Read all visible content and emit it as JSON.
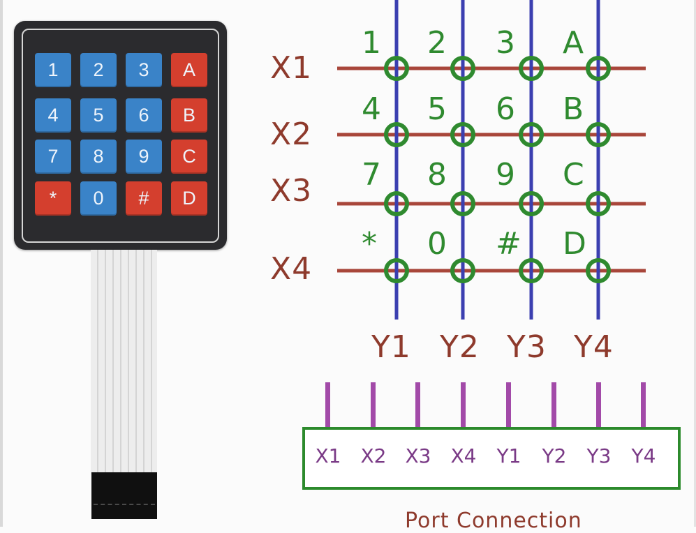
{
  "keypad": {
    "keys": [
      {
        "label": "1",
        "color": "blue"
      },
      {
        "label": "2",
        "color": "blue"
      },
      {
        "label": "3",
        "color": "blue"
      },
      {
        "label": "A",
        "color": "red"
      },
      {
        "label": "4",
        "color": "blue"
      },
      {
        "label": "5",
        "color": "blue"
      },
      {
        "label": "6",
        "color": "blue"
      },
      {
        "label": "B",
        "color": "red"
      },
      {
        "label": "7",
        "color": "blue"
      },
      {
        "label": "8",
        "color": "blue"
      },
      {
        "label": "9",
        "color": "blue"
      },
      {
        "label": "C",
        "color": "red"
      },
      {
        "label": "*",
        "color": "red"
      },
      {
        "label": "0",
        "color": "blue"
      },
      {
        "label": "#",
        "color": "red"
      },
      {
        "label": "D",
        "color": "red"
      }
    ]
  },
  "matrix": {
    "rows": [
      "X1",
      "X2",
      "X3",
      "X4"
    ],
    "cols": [
      "Y1",
      "Y2",
      "Y3",
      "Y4"
    ],
    "cells": [
      [
        "1",
        "2",
        "3",
        "A"
      ],
      [
        "4",
        "5",
        "6",
        "B"
      ],
      [
        "7",
        "8",
        "9",
        "C"
      ],
      [
        "*",
        "0",
        "#",
        "D"
      ]
    ],
    "colors": {
      "row_line": "#a8463a",
      "col_line": "#3b3fb0",
      "node": "#2f8a2f",
      "label": "#8e3a2c"
    }
  },
  "port": {
    "pins": [
      "X1",
      "X2",
      "X3",
      "X4",
      "Y1",
      "Y2",
      "Y3",
      "Y4"
    ],
    "title": "Port Connection"
  }
}
